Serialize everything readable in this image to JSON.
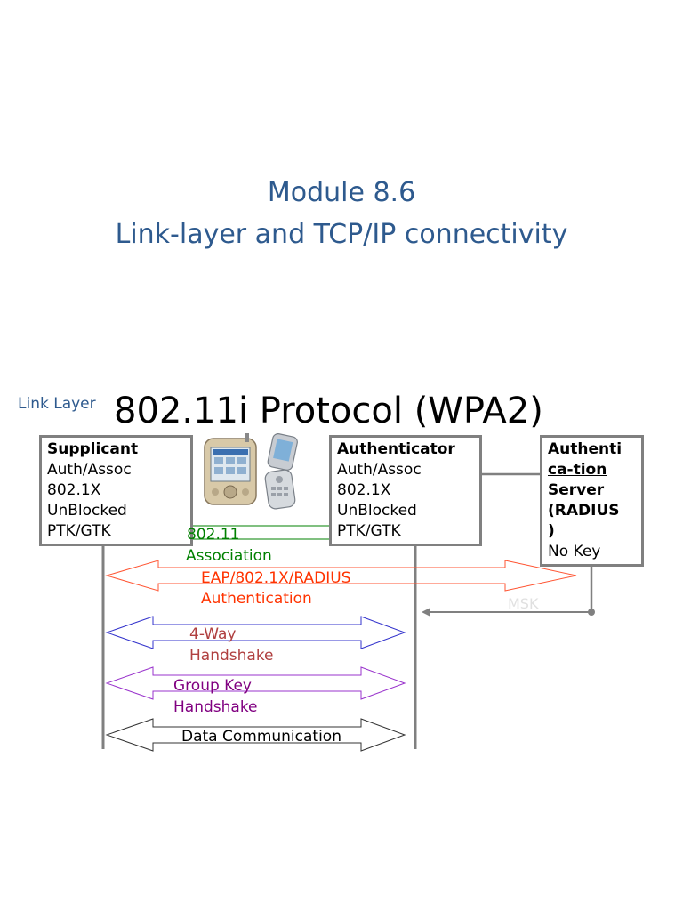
{
  "module": {
    "line1": "Module 8.6",
    "line2": "Link-layer  and TCP/IP connectivity"
  },
  "section_label": "Link Layer",
  "heading": "802.11i Protocol (WPA2)",
  "supplicant": {
    "title": "Supplicant",
    "lines": [
      "Auth/Assoc",
      "802.1X",
      "UnBlocked",
      "PTK/GTK"
    ]
  },
  "authenticator": {
    "title": "Authenticator",
    "lines": [
      "Auth/Assoc",
      "802.1X",
      "UnBlocked",
      "PTK/GTK"
    ]
  },
  "auth_server": {
    "title_lines": [
      "Authenti",
      "ca-tion",
      "Server"
    ],
    "lines": [
      "(RADIUS",
      ")",
      "No Key"
    ]
  },
  "messages": {
    "assoc_1": "802.11",
    "assoc_2": "Association",
    "eap_1": "EAP/802.1X/RADIUS",
    "eap_2": "Authentication",
    "msk": "MSK",
    "fourway_1": "4-Way",
    "fourway_2": "Handshake",
    "group_1": "Group Key",
    "group_2": "Handshake",
    "data": "Data Communication"
  },
  "colors": {
    "title": "#2e5a8e",
    "association": "#008000",
    "eap": "#ff3300",
    "fourway": "#b04040",
    "group": "#800080",
    "msk": "#e0e0e0",
    "line_gray": "#808080"
  },
  "icons": [
    "pda-device-icon",
    "flip-phone-icon"
  ]
}
